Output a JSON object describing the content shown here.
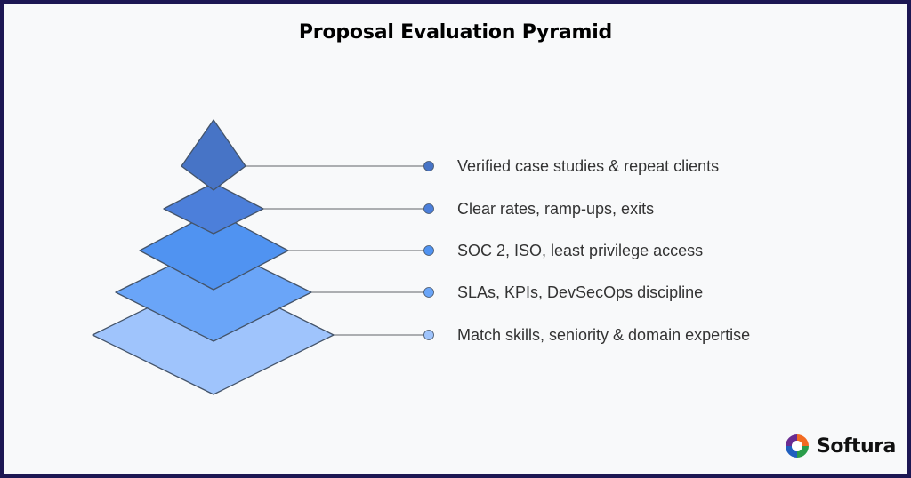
{
  "title": "Proposal Evaluation Pyramid",
  "levels": [
    {
      "label": "Verified case studies & repeat clients",
      "color": "#4774c6"
    },
    {
      "label": "Clear rates, ramp-ups, exits",
      "color": "#4c7fda"
    },
    {
      "label": "SOC 2, ISO, least privilege access",
      "color": "#5093f1"
    },
    {
      "label": "SLAs, KPIs, DevSecOps discipline",
      "color": "#6aa5f8"
    },
    {
      "label": "Match skills, seniority & domain expertise",
      "color": "#9fc4fc"
    }
  ],
  "colors": {
    "frame": "#1d1753",
    "outline": "#44546a",
    "connector": "#5f6368",
    "text": "#333333"
  },
  "logo": {
    "text": "Softura",
    "icon": "softura-ring-logo-icon"
  }
}
